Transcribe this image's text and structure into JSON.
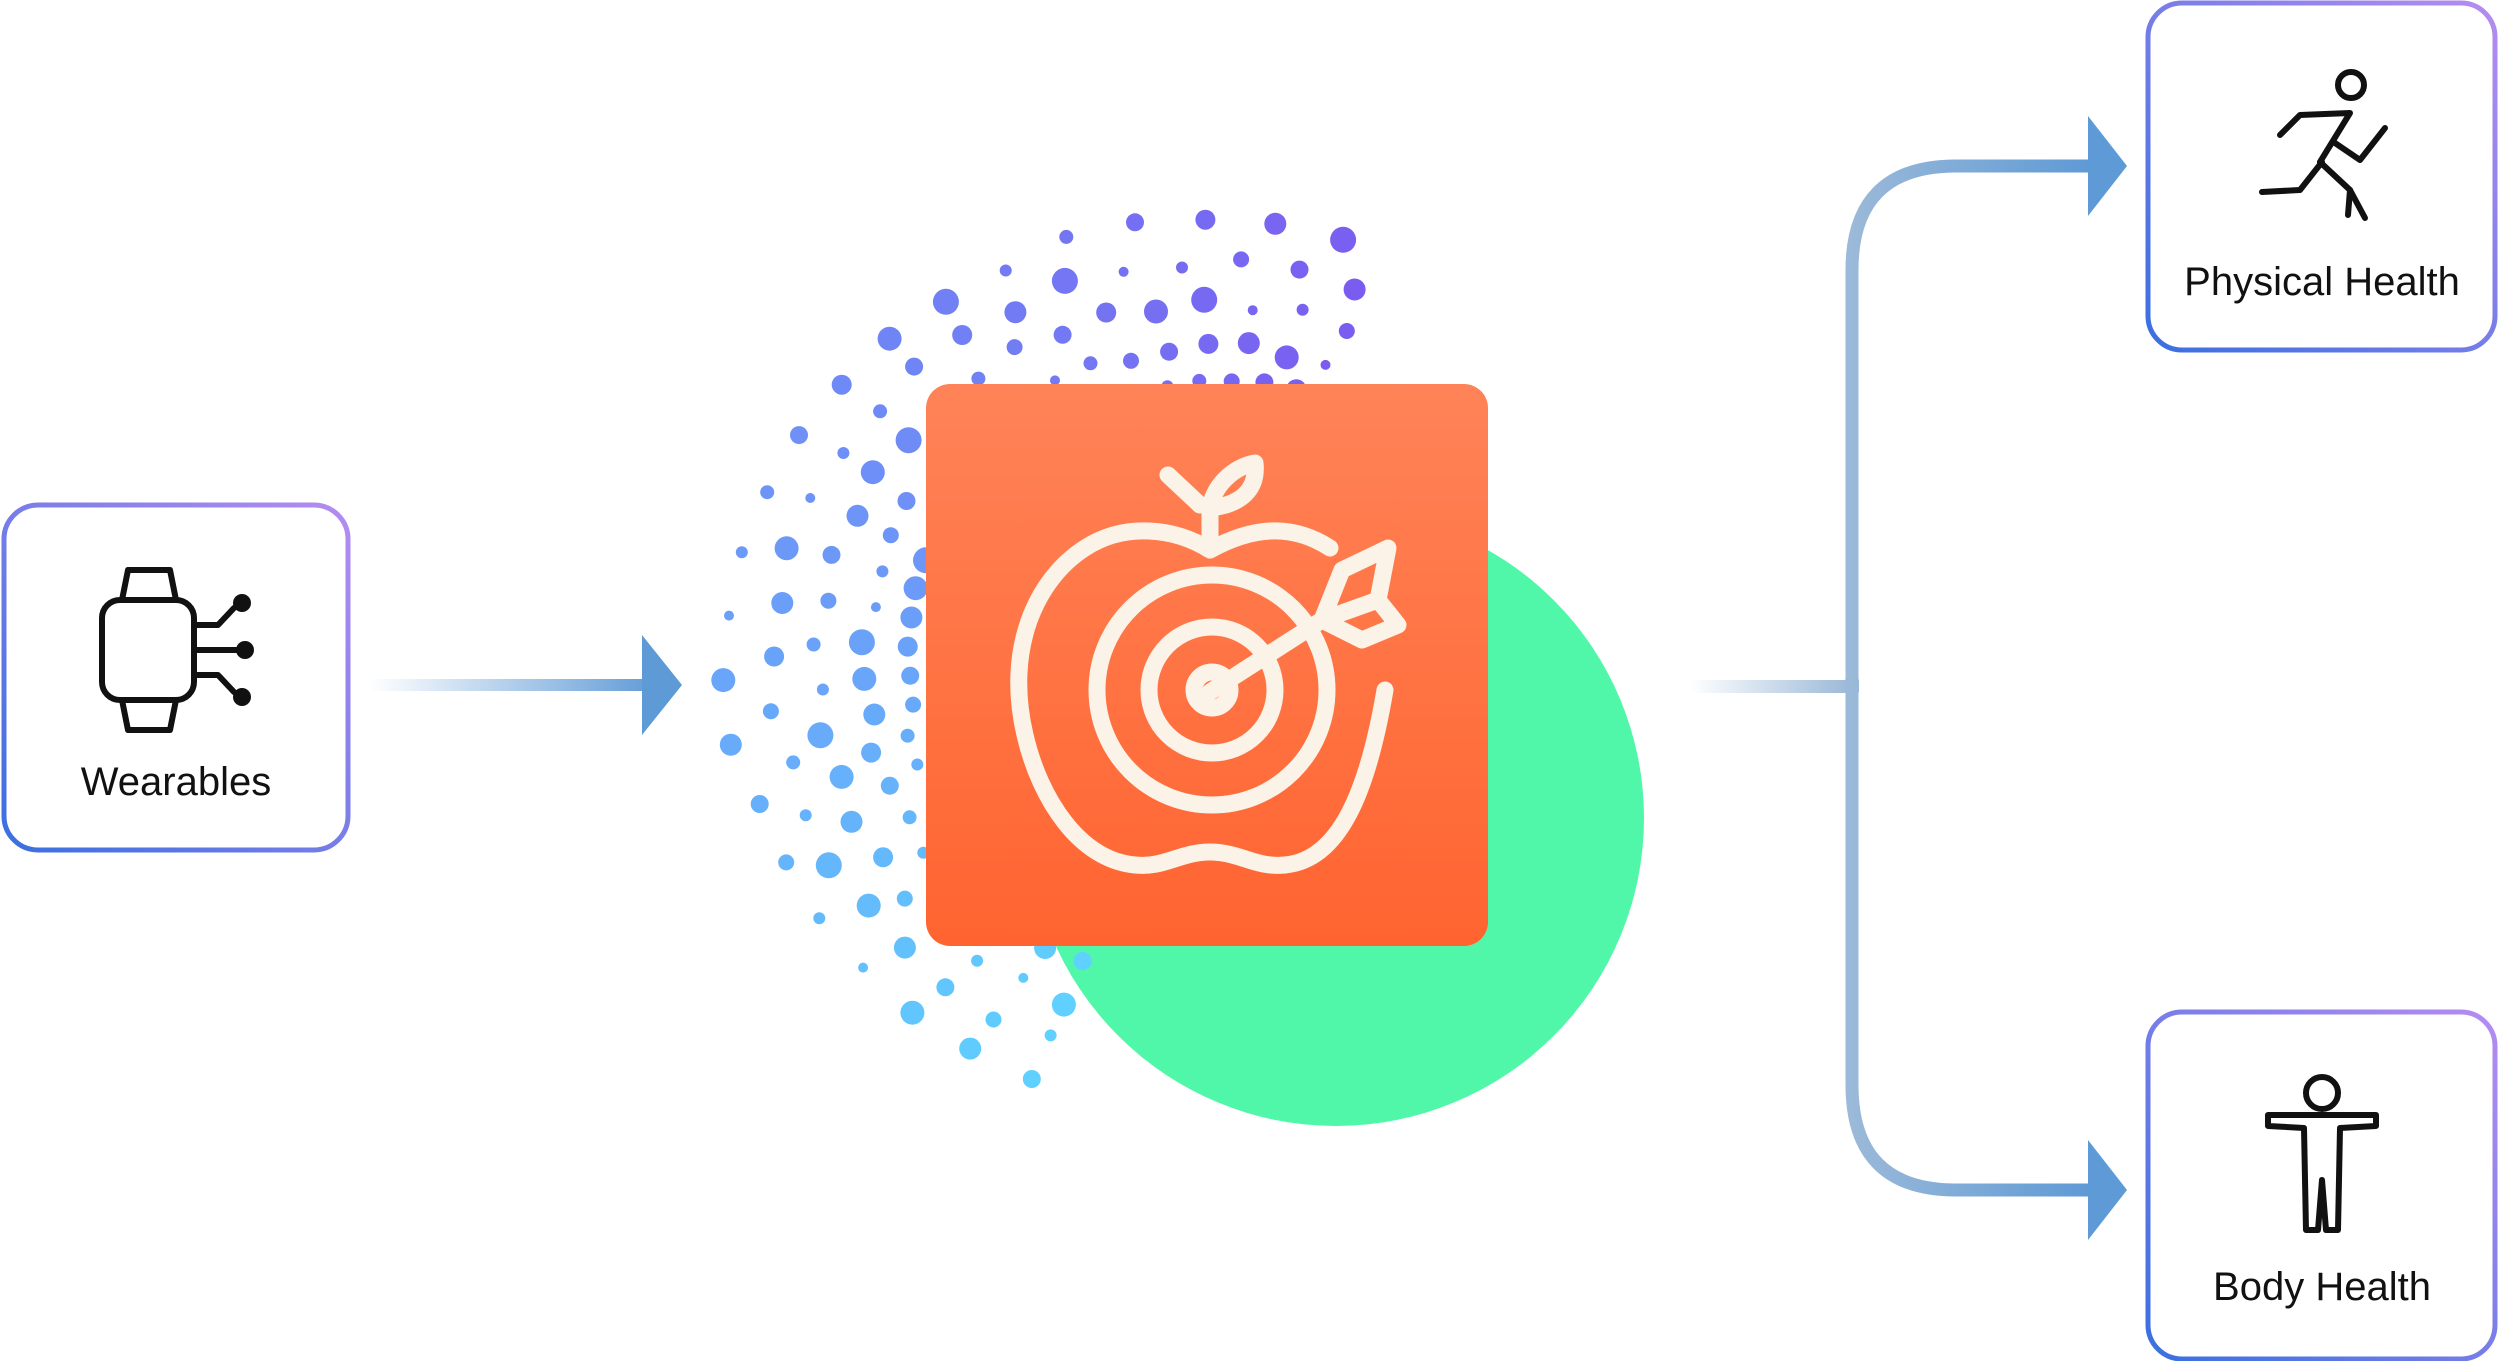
{
  "nodes": {
    "source": {
      "label": "Wearables",
      "icon": "smartwatch-data-icon"
    },
    "center": {
      "icon": "apple-target-icon"
    },
    "outputs": [
      {
        "label": "Physical Health",
        "icon": "running-person-icon"
      },
      {
        "label": "Body Health",
        "icon": "standing-person-icon"
      }
    ]
  },
  "colors": {
    "card_border_start": "#3a6fe0",
    "card_border_end": "#b58cf0",
    "app_tile_top": "#ff8358",
    "app_tile_bottom": "#ff6430",
    "app_icon_stroke": "#fbf3e7",
    "green_disc": "#50f7a8",
    "connector": "#9bb9d8",
    "arrowhead": "#5e9ad6",
    "dots_start": "#5fd0ff",
    "dots_end": "#7a5cf0"
  }
}
